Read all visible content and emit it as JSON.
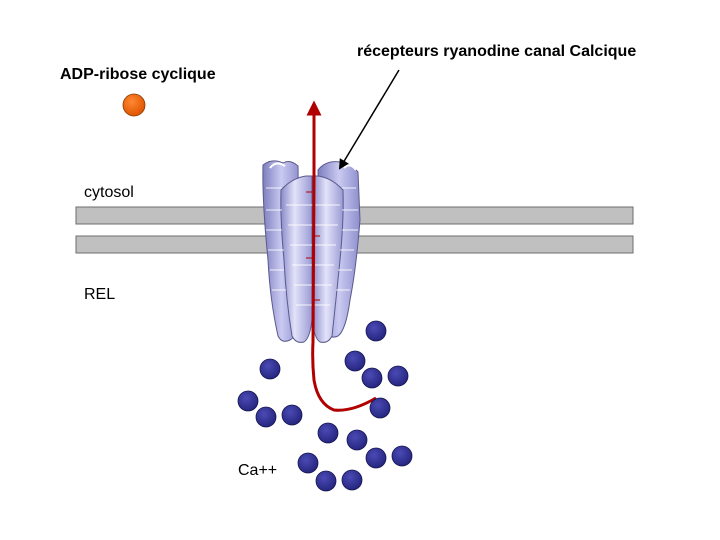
{
  "labels": {
    "receptor": "récepteurs ryanodine canal Calcique",
    "adp_ribose": "ADP-ribose cyclique",
    "cytosol": "cytosol",
    "rel": "REL",
    "calcium": "Ca++"
  },
  "colors": {
    "adp_ribose_ball": "#FF6600",
    "calcium_ball": "#333399",
    "membrane": "#C0C0C0",
    "channel": "#B8B8F0",
    "path_arrow": "#B00000"
  }
}
